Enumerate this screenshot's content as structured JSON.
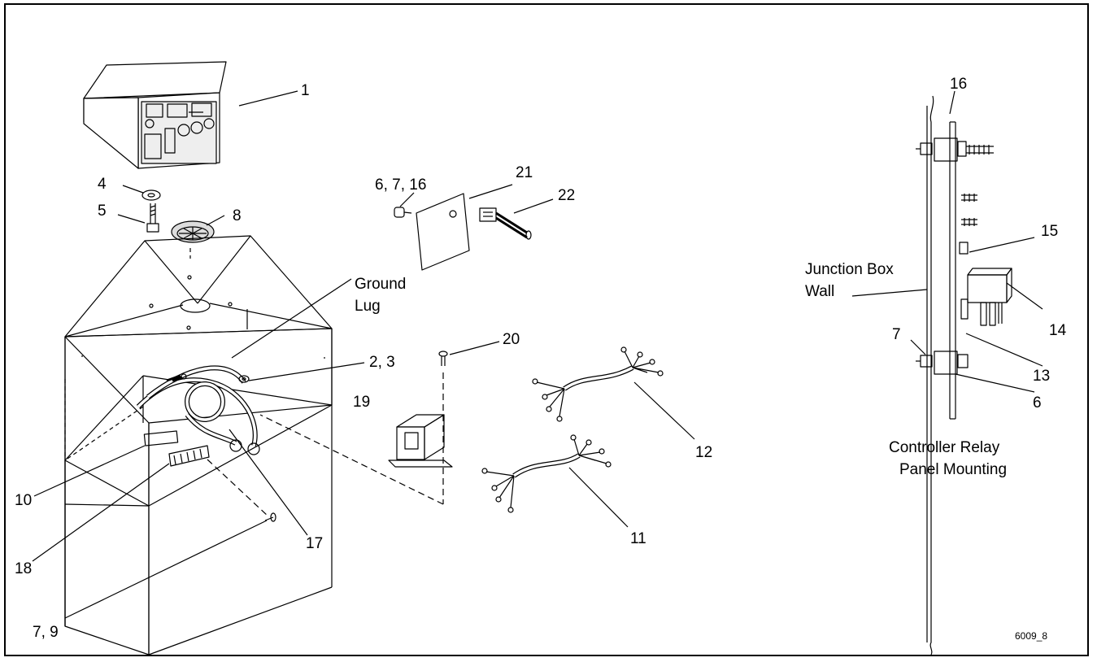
{
  "callouts": {
    "c1": "1",
    "c4": "4",
    "c5": "5",
    "c8": "8",
    "c6_7_16": "6, 7, 16",
    "c21": "21",
    "c22": "22",
    "c2_3": "2, 3",
    "c20": "20",
    "c19": "19",
    "c12": "12",
    "c11": "11",
    "c10": "10",
    "c17": "17",
    "c18": "18",
    "c7_9": "7, 9",
    "r16": "16",
    "r15": "15",
    "r14": "14",
    "r13": "13",
    "r7": "7",
    "r6": "6"
  },
  "labels": {
    "ground_lug_1": "Ground",
    "ground_lug_2": "Lug",
    "junction_box_1": "Junction Box",
    "junction_box_2": "Wall",
    "relay_caption_1": "Controller Relay",
    "relay_caption_2": "Panel Mounting"
  },
  "figure_code": "6009_8"
}
